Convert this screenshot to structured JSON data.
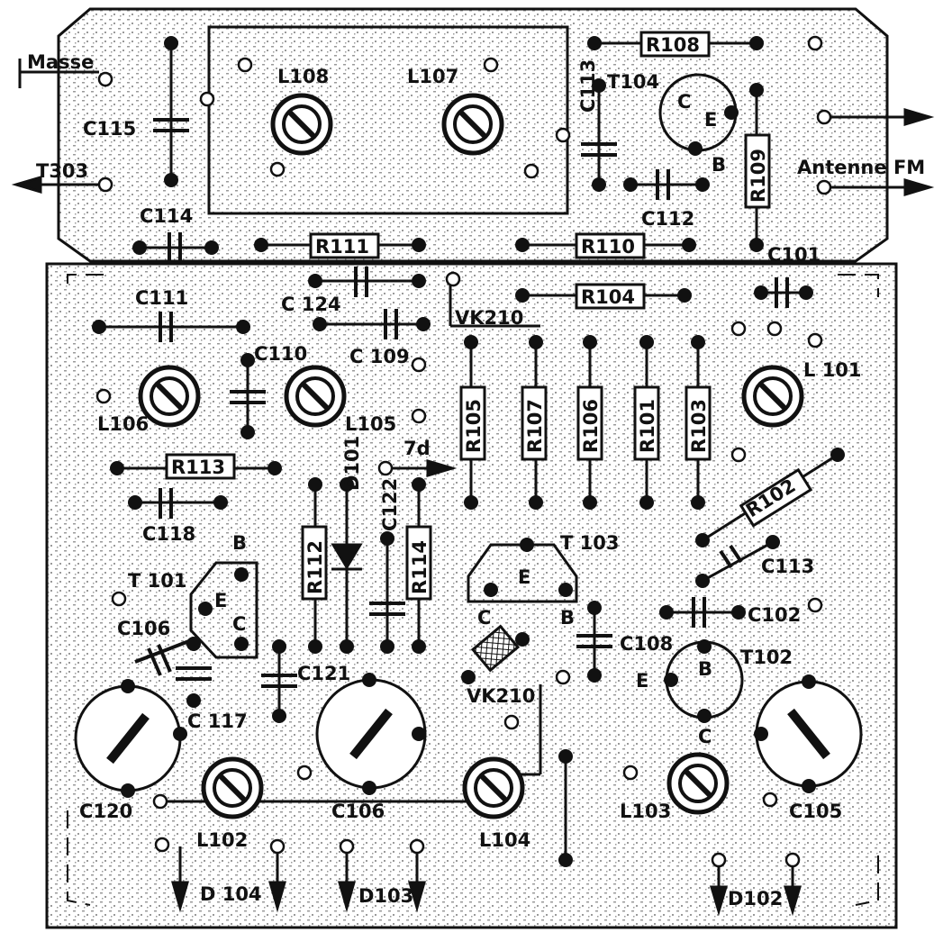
{
  "labels": {
    "masse": "Masse",
    "t303": "T303",
    "antenne": "Antenne FM",
    "l108": "L108",
    "l107": "L107",
    "c115": "C115",
    "c113_top": "C113",
    "t104": "T104",
    "t104_c": "C",
    "t104_e": "E",
    "t104_b": "B",
    "r108": "R108",
    "r109": "R109",
    "c112": "C112",
    "c114": "C114",
    "r111": "R111",
    "r110": "R110",
    "c101": "C101",
    "c111": "C111",
    "c124": "C 124",
    "r104": "R104",
    "vk210_top": "VK210",
    "c110": "C110",
    "c109": "C 109",
    "l106": "L106",
    "l105": "L105",
    "l101": "L 101",
    "r105": "R105",
    "r107": "R107",
    "r106": "R106",
    "r101": "R101",
    "r103": "R103",
    "d101": "D101",
    "n7d": "7d",
    "r113": "R113",
    "c118": "C118",
    "c122": "C122",
    "r112": "R112",
    "r114": "R114",
    "r102": "R102",
    "t103": "T 103",
    "t103_e": "E",
    "t103_c": "C",
    "t103_b": "B",
    "c113_mid": "C113",
    "t101": "T 101",
    "t101_b": "B",
    "t101_e": "E",
    "t101_c": "C",
    "c106_top": "C106",
    "c121": "C121",
    "c108": "C108",
    "c102": "C102",
    "vk210_mid": "VK210",
    "t102": "T102",
    "t102_e": "E",
    "t102_b": "B",
    "t102_c": "C",
    "c117": "C 117",
    "c120": "C120",
    "c106_bot": "C106",
    "l102": "L102",
    "l104": "L104",
    "l103": "L103",
    "c105": "C105",
    "d104": "D 104",
    "d103": "D103",
    "d102": "D102"
  },
  "colors": {
    "ink": "#111111",
    "board": "#ffffff",
    "stipple": "#9a9a9a"
  },
  "icons": {
    "ground": "ground-symbol-icon",
    "arrow": "arrow-icon",
    "coil": "adjustable-coil-icon",
    "diode": "diode-icon",
    "filter": "ceramic-filter-icon"
  }
}
